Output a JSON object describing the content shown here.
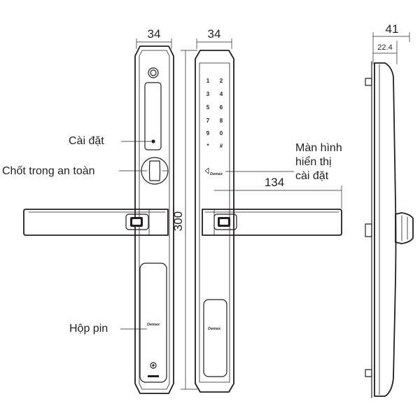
{
  "dimensions": {
    "front_width": "34",
    "back_width": "34",
    "side_width": "41",
    "side_depth": "22.4",
    "height": "300",
    "handle_length": "134"
  },
  "labels": {
    "setup_button": "Cài đặt",
    "safety_latch": "Chốt trong an toàn",
    "battery_box": "Hộp pin",
    "display_line1": "Màn hình",
    "display_line2": "hiển thị",
    "display_line3": "cài đặt"
  },
  "keypad": [
    "1",
    "2",
    "3",
    "4",
    "5",
    "6",
    "7",
    "8",
    "9",
    "0",
    "*",
    "#"
  ],
  "brand": "Demax"
}
